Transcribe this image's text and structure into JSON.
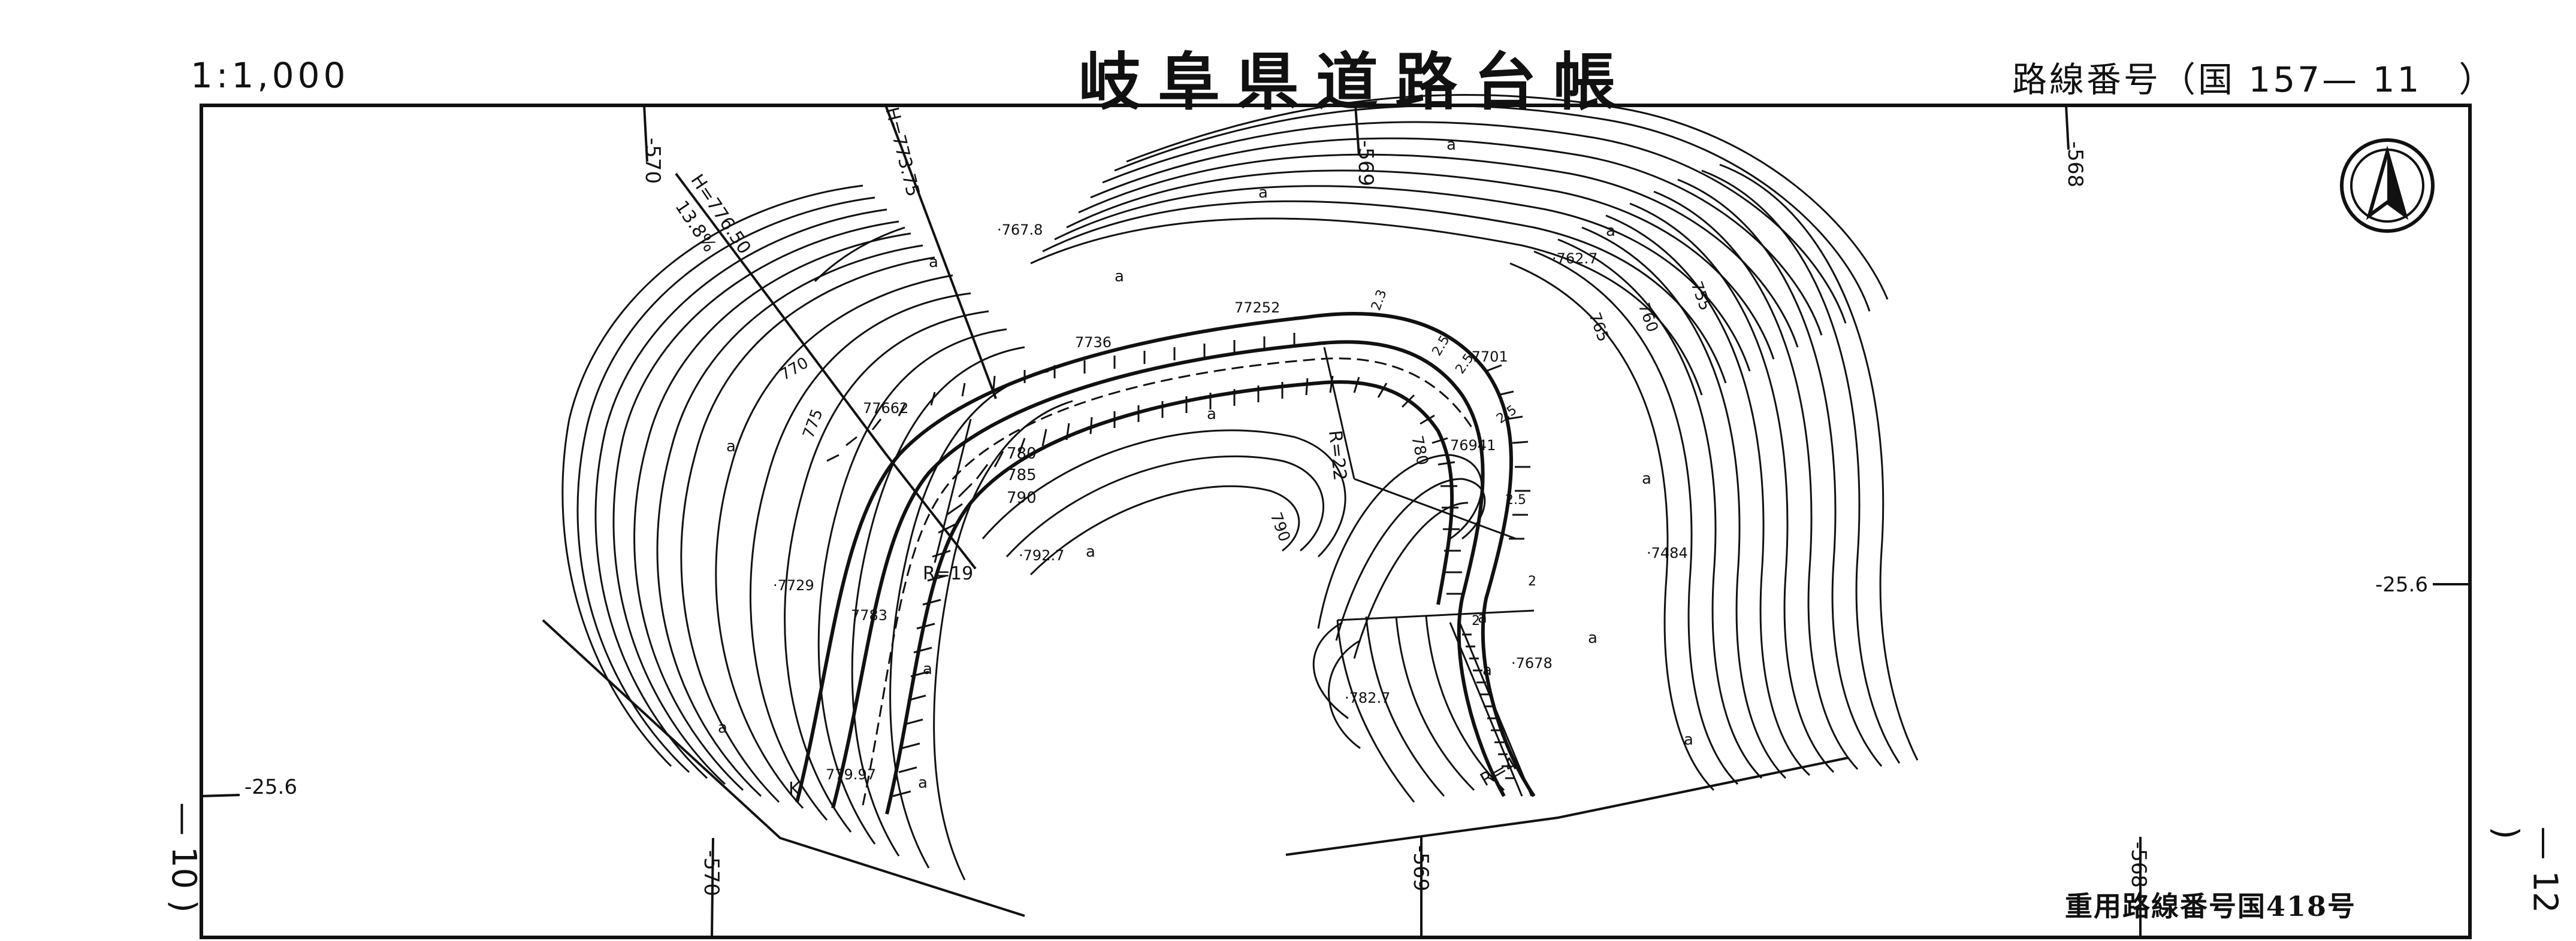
{
  "header": {
    "scale": "1:1,000",
    "title": "岐阜県道路台帳",
    "route_label": "路線番号（国 157— 11　）"
  },
  "sheet_refs": {
    "left": "— 10 )",
    "right": "— 12 )"
  },
  "grid_labels": {
    "x_570_top": "-570",
    "x_569_top": "-569",
    "x_568_top": "-568",
    "x_570_bottom": "-570",
    "x_569_bottom": "-569",
    "x_568_bottom": "-568",
    "y_256_left": "-25.6",
    "y_256_right": "-25.6"
  },
  "annotations": {
    "h77650": "H=776.50",
    "grade": "13.8%",
    "h77375": "H=773.75",
    "r19": "R=19",
    "r22": "R=22",
    "r4": "R=4",
    "k": "K"
  },
  "contour_labels": [
    "770",
    "775",
    "780",
    "785",
    "790",
    "790",
    "780",
    "765",
    "760",
    "755"
  ],
  "spot_heights": {
    "s7678a": "·767.8",
    "s7627": "·762.7",
    "s77252": "77252",
    "s7736": "7736",
    "s7701": "·7701",
    "s77662": "77662",
    "s76941": "76941",
    "s7927": "·792.7",
    "s7729": "·7729",
    "s7783": "7783",
    "s7484": "·7484",
    "s7827": "·782.7",
    "s7678b": "·7678",
    "s77997": "779.97"
  },
  "road_numbers": [
    "2.3",
    "2.5",
    "2.5",
    "2.5",
    "2.5",
    "2",
    "2"
  ],
  "footer_note": "重用路線番号国418号",
  "map_style": {
    "ink": "#111111",
    "paper": "#ffffff"
  }
}
